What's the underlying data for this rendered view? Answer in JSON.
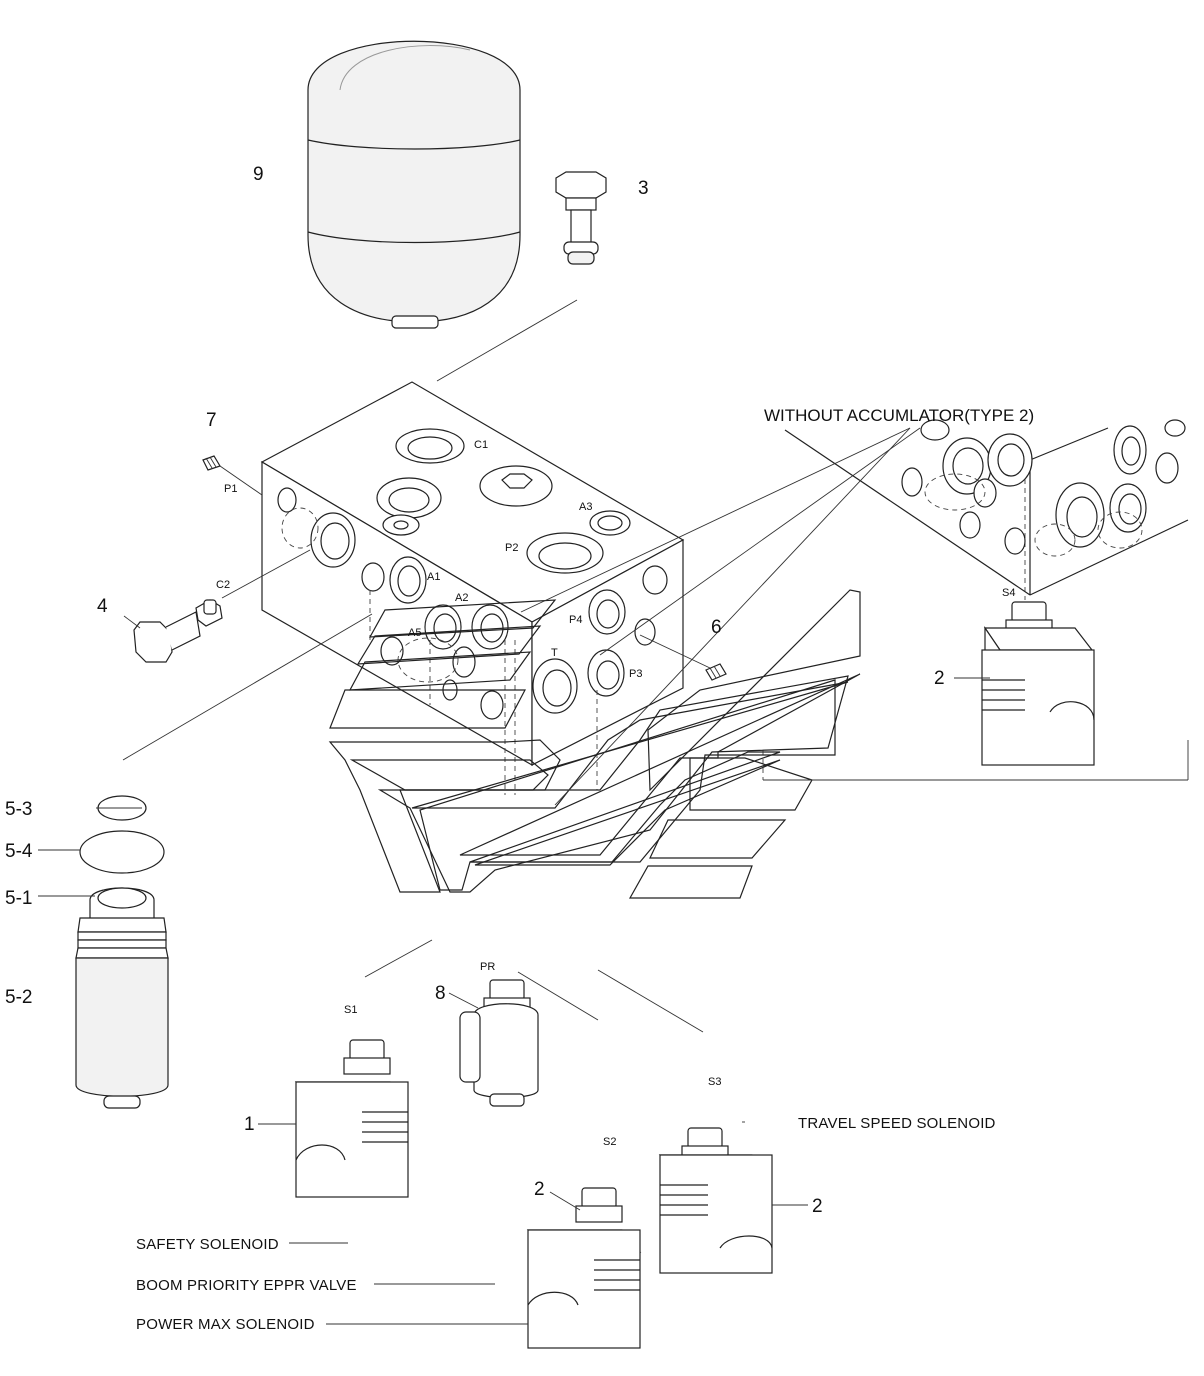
{
  "callouts": {
    "n9": "9",
    "n3": "3",
    "n7": "7",
    "n4": "4",
    "n6": "6",
    "n2_top": "2",
    "n5_3": "5-3",
    "n5_4": "5-4",
    "n5_1": "5-1",
    "n5_2": "5-2",
    "n8": "8",
    "n1": "1",
    "n2_mid": "2",
    "n2_right": "2"
  },
  "ports": {
    "c1": "C1",
    "p1": "P1",
    "a3": "A3",
    "p2": "P2",
    "c2": "C2",
    "a1": "A1",
    "a2": "A2",
    "a5": "A5",
    "p4": "P4",
    "t": "T",
    "p3": "P3",
    "s4": "S4",
    "pr": "PR",
    "s1": "S1",
    "s3": "S3",
    "s2": "S2"
  },
  "labels": {
    "without_accumulator": "WITHOUT ACCUMLATOR(TYPE 2)",
    "travel_speed": "TRAVEL SPEED SOLENOID",
    "safety": "SAFETY SOLENOID",
    "boom_priority": "BOOM PRIORITY EPPR VALVE",
    "power_max": "POWER MAX SOLENOID"
  }
}
